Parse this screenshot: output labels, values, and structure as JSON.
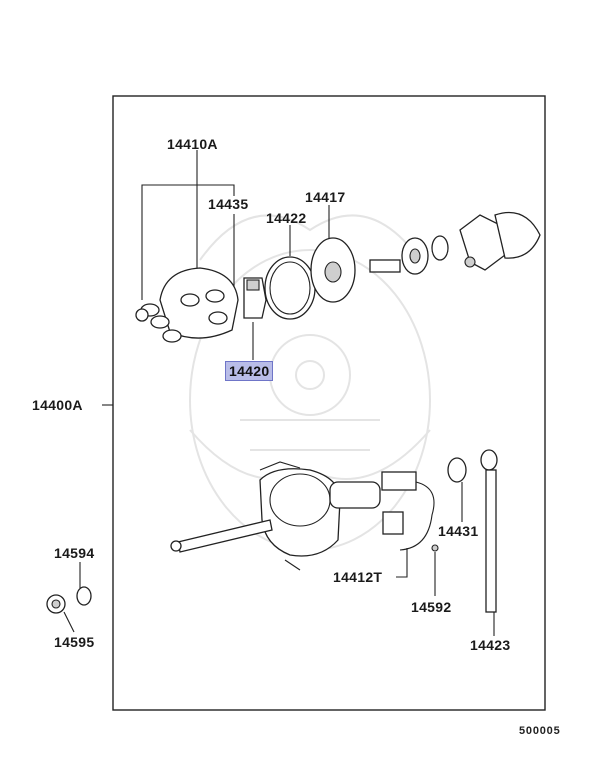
{
  "diagram": {
    "labels": {
      "p14410A": "14410A",
      "p14435": "14435",
      "p14422": "14422",
      "p14417": "14417",
      "p14420": "14420",
      "p14400A": "14400A",
      "p14431": "14431",
      "p14412T": "14412T",
      "p14592": "14592",
      "p14594": "14594",
      "p14595": "14595",
      "p14423": "14423"
    },
    "highlighted_part": "14420",
    "diagram_code": "500005",
    "colors": {
      "highlight_fill": "#b9bde8",
      "highlight_border": "#6f75c8",
      "line": "#222222"
    }
  }
}
